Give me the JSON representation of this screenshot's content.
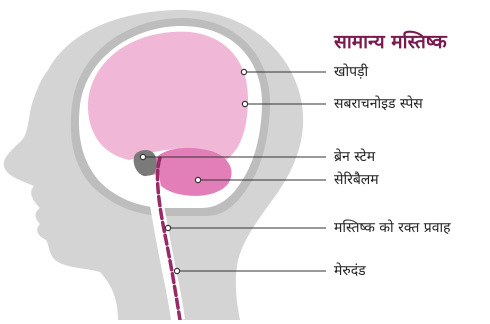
{
  "title": "सामान्य मस्तिष्क",
  "labels": {
    "skull": "खोपड़ी",
    "subarachnoid": "सबराचनोइड स्पेस",
    "brainstem": "ब्रेन स्टेम",
    "cerebellum": "सेरिबैलम",
    "blood_flow": "मस्तिष्क को रक्त प्रवाह",
    "spine": "मेरुदंड"
  },
  "colors": {
    "head_silhouette": "#d4d4d4",
    "skull_ring": "#bdbdbd",
    "cerebrum": "#f0b8d6",
    "cerebellum": "#e37fb8",
    "brainstem": "#7a7a7a",
    "vessel": "#9a2a66",
    "title": "#7a1a4e"
  }
}
